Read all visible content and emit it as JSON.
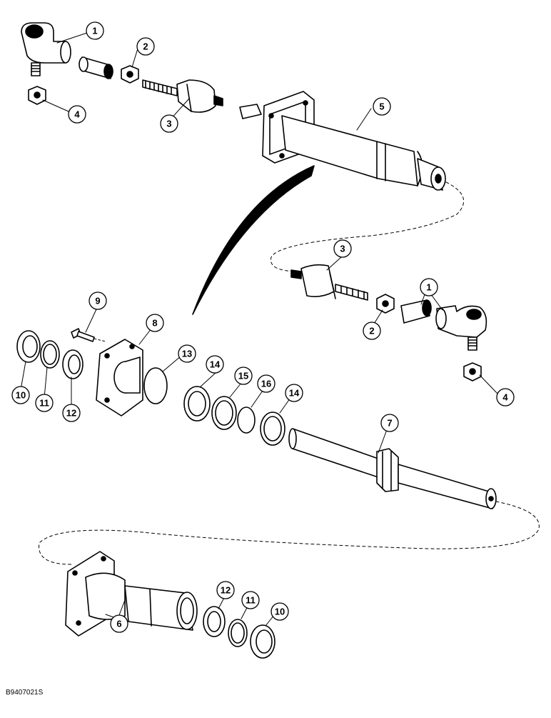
{
  "figure_ref": "B9407021S",
  "callouts": {
    "c1a": "1",
    "c2a": "2",
    "c3a": "3",
    "c4a": "4",
    "c5": "5",
    "c3b": "3",
    "c1b": "1",
    "c2b": "2",
    "c4b": "4",
    "c9": "9",
    "c8": "8",
    "c13": "13",
    "c10a": "10",
    "c11a": "11",
    "c12a": "12",
    "c14a": "14",
    "c15": "15",
    "c16": "16",
    "c14b": "14",
    "c7": "7",
    "c6": "6",
    "c12b": "12",
    "c11b": "11",
    "c10b": "10"
  }
}
